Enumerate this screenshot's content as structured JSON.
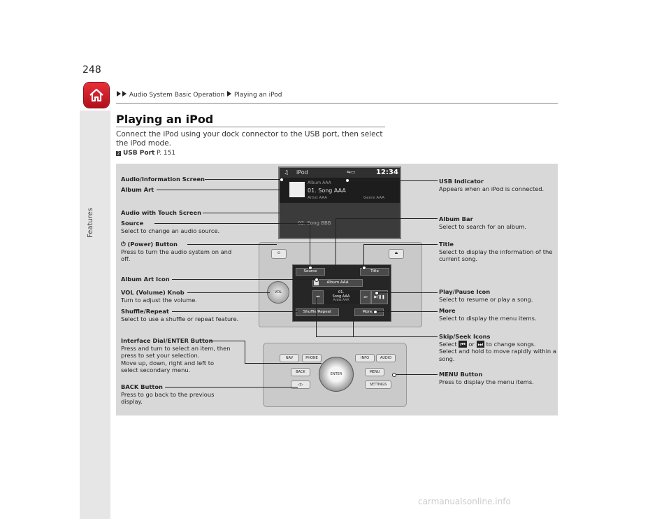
{
  "page_number": "248",
  "sidebar_label": "Features",
  "breadcrumb": {
    "part1": "Audio System Basic Operation",
    "part2": "Playing an iPod"
  },
  "title": "Playing an iPod",
  "intro": "Connect the iPod using your dock connector to the USB port, then select the iPod mode.",
  "reference": {
    "label": "USB Port",
    "page": "P. 151"
  },
  "callouts_left": {
    "audio_info_screen": "Audio/Information Screen",
    "album_art": "Album Art",
    "audio_touch_screen": "Audio with Touch Screen",
    "source_title": "Source",
    "source_desc": "Select to change an audio source.",
    "power_title": "(Power) Button",
    "power_desc": "Press to turn the audio system on and off.",
    "album_art_icon": "Album Art Icon",
    "vol_title": "VOL (Volume) Knob",
    "vol_desc": "Turn to adjust the volume.",
    "shuffle_title": "Shuffle/Repeat",
    "shuffle_desc": "Select to use a shuffle or repeat feature.",
    "dial_title": "Interface Dial/ENTER Button",
    "dial_desc1": "Press and turn to select an item, then press to set your selection.",
    "dial_desc2": "Move up, down, right and left to select secondary menu.",
    "back_title": "BACK Button",
    "back_desc": "Press to go back to the previous display."
  },
  "callouts_right": {
    "usb_title": "USB Indicator",
    "usb_desc": "Appears when an iPod is connected.",
    "albumbar_title": "Album Bar",
    "albumbar_desc": "Select to search for an album.",
    "title_title": "Title",
    "title_desc": "Select to display the information of the current song.",
    "playpause_title": "Play/Pause Icon",
    "playpause_desc": "Select to resume or play a song.",
    "more_title": "More",
    "more_desc": "Select to display the menu items.",
    "skip_title": "Skip/Seek Icons",
    "skip_desc_pre": "Select",
    "skip_desc_or": "or",
    "skip_desc_post": "to change songs.",
    "skip_desc2": "Select and hold to move rapidly within a song.",
    "menu_title": "MENU Button",
    "menu_desc": "Press to display the menu items."
  },
  "screen": {
    "source": "iPod",
    "clock": "12:34",
    "album": "Album AAA",
    "song": "01. Song AAA",
    "artist": "Artist AAA",
    "genre": "Genre AAA",
    "track2": "02. Song BBB"
  },
  "touch": {
    "source": "Source",
    "title": "Title",
    "album": "Album AAA",
    "track": "01.",
    "song": "Song AAA",
    "artist": "Artist AAA",
    "shuffle": "Shuffle/Repeat",
    "more": "More..."
  },
  "controls": {
    "nav": "NAV",
    "phone": "PHONE",
    "info": "INFO",
    "audio": "AUDIO",
    "back": "BACK",
    "enter": "ENTER",
    "menu": "MENU",
    "settings": "SETTINGS",
    "vol": "VOL"
  },
  "watermark": "carmanualsonline.info"
}
